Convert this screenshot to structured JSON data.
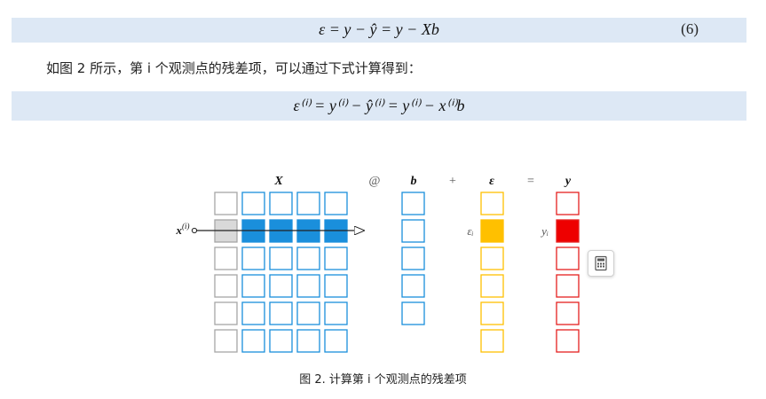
{
  "equation_1": {
    "text": "ε = y − ŷ = y − Xb",
    "number": "(6)"
  },
  "paragraph": "如图 2 所示，第 i 个观测点的残差项，可以通过下式计算得到：",
  "equation_2": {
    "text": "ε⁽ⁱ⁾ = y⁽ⁱ⁾ − ŷ⁽ⁱ⁾ = y⁽ⁱ⁾ − x⁽ⁱ⁾b"
  },
  "figure": {
    "labels": {
      "X": "X",
      "at": "@",
      "b": "b",
      "plus": "+",
      "eps": "ε",
      "equals": "=",
      "y": "y"
    },
    "row_label": "x(i)",
    "eps_i_label": "εᵢ",
    "y_i_label": "yᵢ",
    "colors": {
      "gray_border": "#a6a6a6",
      "gray_fill": "#d9d9d9",
      "blue_border": "#1a8fdc",
      "blue_fill": "#1a8fdc",
      "yellow_border": "#ffc000",
      "yellow_fill": "#ffc000",
      "red_border": "#e5211f",
      "red_fill": "#ee0000"
    }
  },
  "caption": "图 2. 计算第 i 个观测点的残差项",
  "overlay_button": {
    "icon": "calculator-icon"
  }
}
